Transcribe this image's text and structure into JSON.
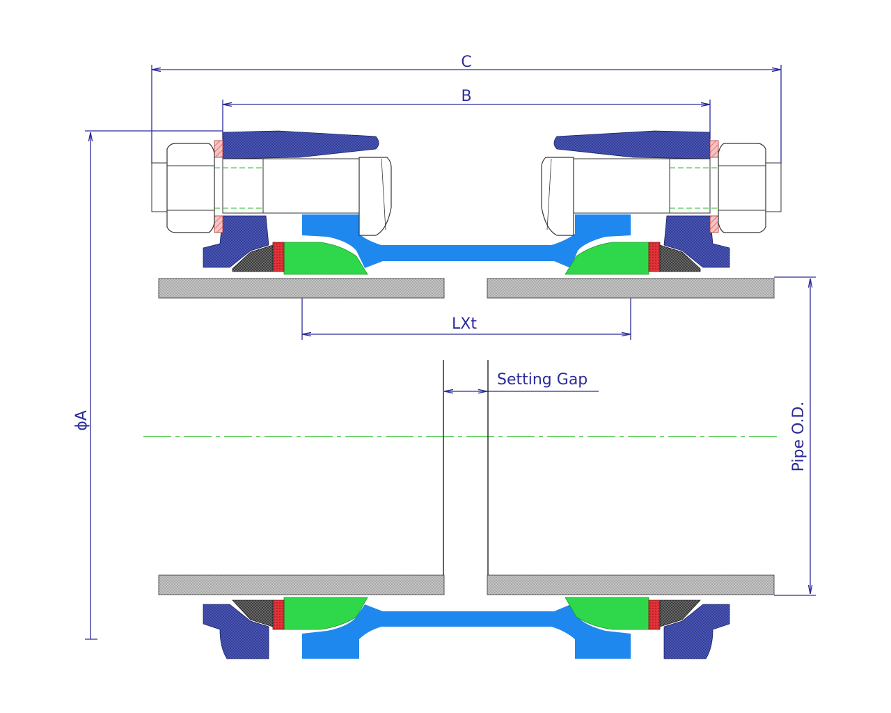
{
  "labels": {
    "dim_c": "C",
    "dim_b": "B",
    "dim_lxt": "LXt",
    "setting_gap": "Setting Gap",
    "dim_phi_a": "ϕA",
    "pipe_od": "Pipe O.D."
  },
  "colors": {
    "dimension": "#2b2b9a",
    "centerline": "#22bb22",
    "pipe_fill": "#b5b5b5",
    "ring_blue": "#3a44a8",
    "center_sleeve": "#1e88ee",
    "gasket_green": "#2fd84a",
    "seal_red": "#e2333a",
    "armor_dark": "#3a3a3a",
    "washer_red": "#e06060"
  }
}
